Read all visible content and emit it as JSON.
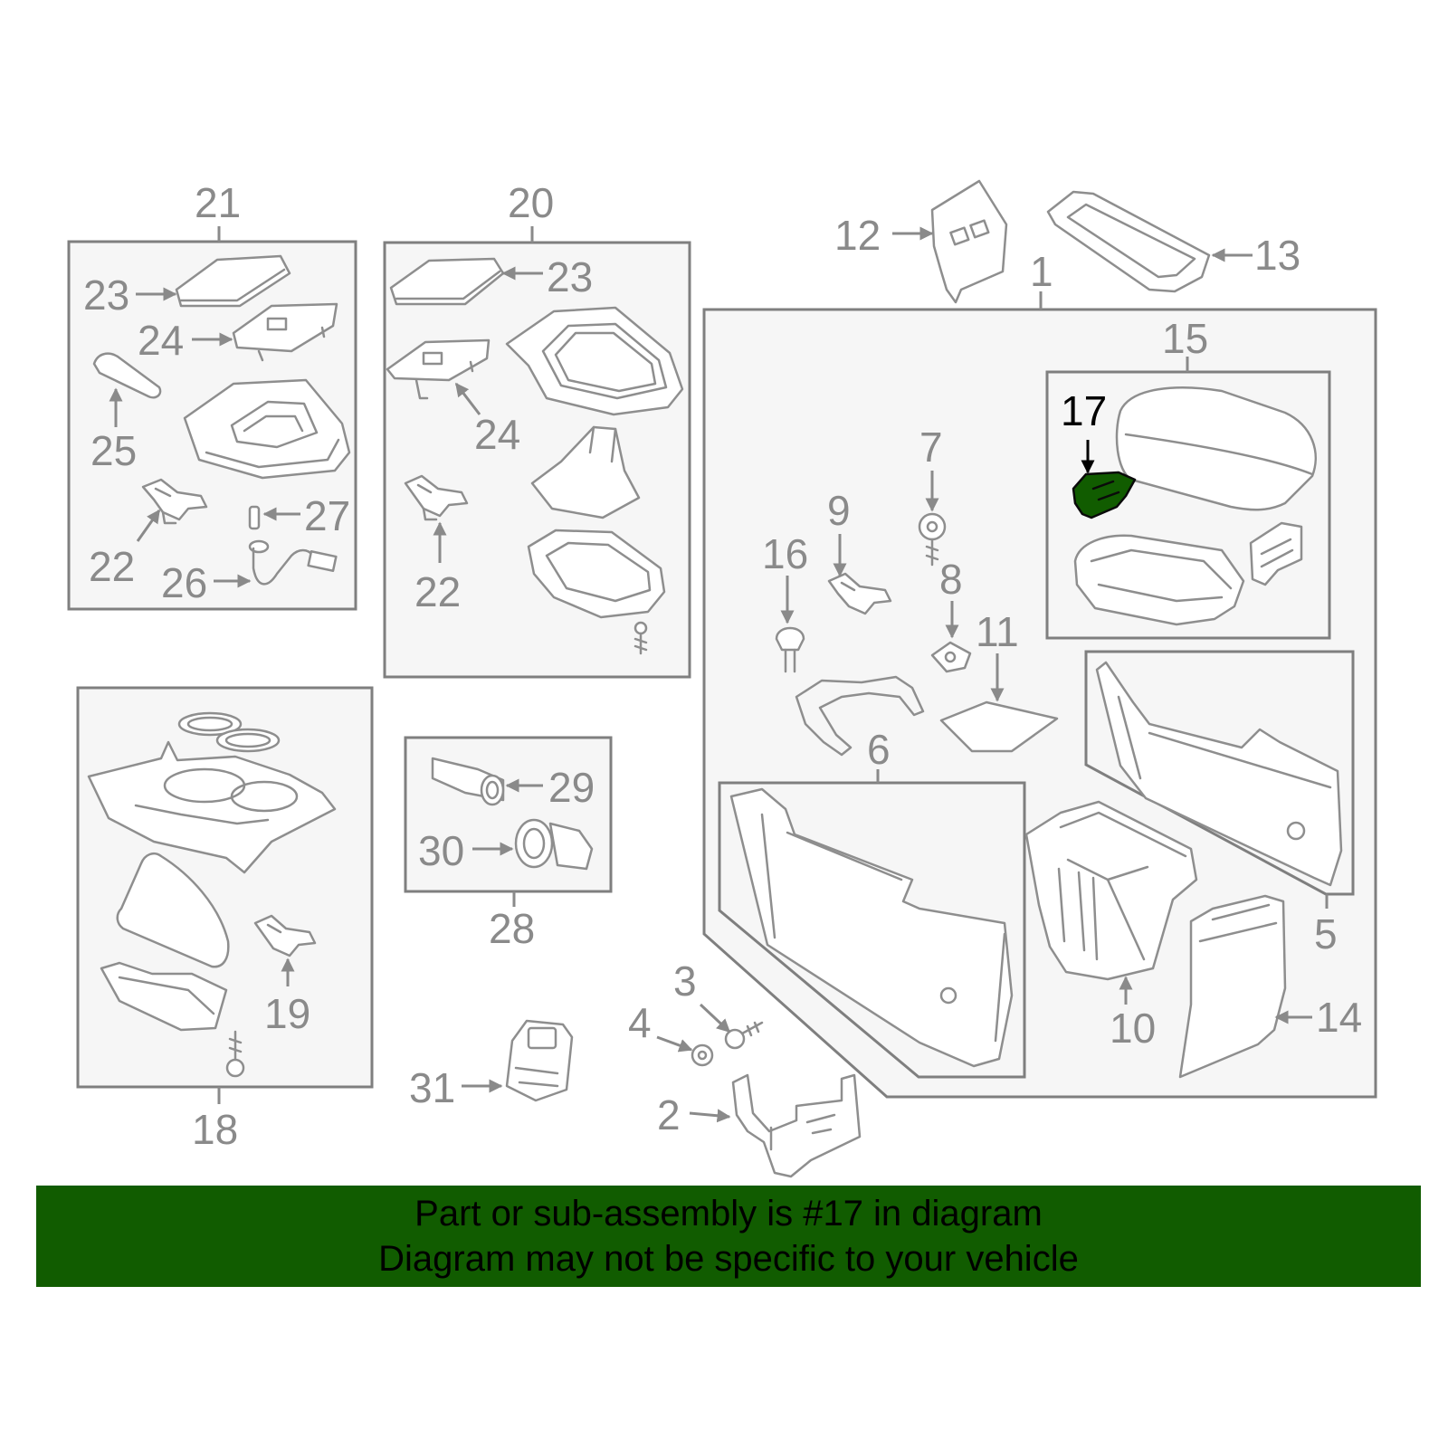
{
  "colors": {
    "highlight": "#115c00",
    "banner_background": "#115c00",
    "banner_text": "#000000",
    "line_art": "#8e8e8e",
    "group_box_fill": "#f6f6f6"
  },
  "diagram": {
    "highlighted_part": "17",
    "callouts": {
      "c1": "1",
      "c2": "2",
      "c3": "3",
      "c4": "4",
      "c5": "5",
      "c6": "6",
      "c7": "7",
      "c8": "8",
      "c9": "9",
      "c10": "10",
      "c11": "11",
      "c12": "12",
      "c13": "13",
      "c14": "14",
      "c15": "15",
      "c16": "16",
      "c17": "17",
      "c18": "18",
      "c19": "19",
      "c20": "20",
      "c21": "21",
      "c22a": "22",
      "c22b": "22",
      "c23a": "23",
      "c23b": "23",
      "c24a": "24",
      "c24b": "24",
      "c25": "25",
      "c26": "26",
      "c27": "27",
      "c28": "28",
      "c29": "29",
      "c30": "30",
      "c31": "31"
    }
  },
  "banner": {
    "line1": "Part or sub-assembly is #17 in diagram",
    "line2": "Diagram may not be specific to your vehicle"
  }
}
